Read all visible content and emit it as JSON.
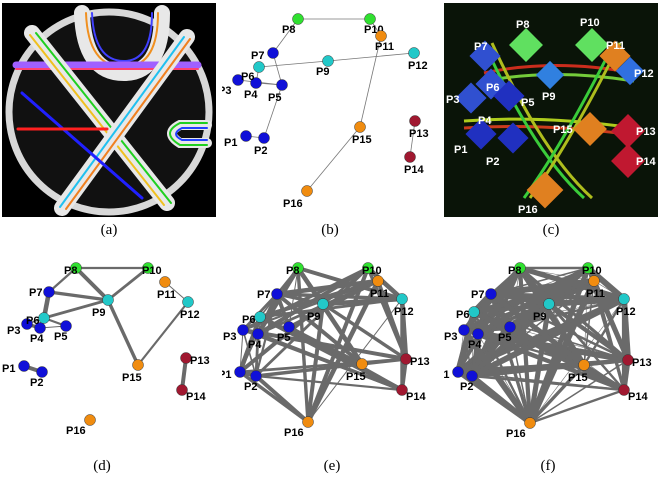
{
  "captions": [
    "(a)",
    "(b)",
    "(c)",
    "(d)",
    "(e)",
    "(f)"
  ],
  "node_labels": [
    "P1",
    "P2",
    "P3",
    "P4",
    "P5",
    "P6",
    "P7",
    "P8",
    "P9",
    "P10",
    "P11",
    "P12",
    "P13",
    "P14",
    "P15",
    "P16"
  ],
  "node_colors": {
    "P1": "#1010d8",
    "P2": "#1010d8",
    "P3": "#1010d8",
    "P4": "#1010d8",
    "P5": "#1010d8",
    "P7": "#1010d8",
    "P6": "#22c8c8",
    "P9": "#22c8c8",
    "P12": "#22c8c8",
    "P8": "#30e030",
    "P10": "#30e030",
    "P11": "#f08c10",
    "P15": "#f08c10",
    "P16": "#f08c10",
    "P13": "#a01830",
    "P14": "#a01830"
  },
  "graphs": {
    "b": [
      [
        "P8",
        "P10"
      ],
      [
        "P7",
        "P8"
      ],
      [
        "P6",
        "P9"
      ],
      [
        "P9",
        "P12"
      ],
      [
        "P10",
        "P11"
      ],
      [
        "P11",
        "P15"
      ],
      [
        "P15",
        "P16"
      ],
      [
        "P3",
        "P5"
      ],
      [
        "P4",
        "P5"
      ],
      [
        "P5",
        "P7"
      ],
      [
        "P4",
        "P6"
      ],
      [
        "P5",
        "P2"
      ],
      [
        "P1",
        "P2"
      ],
      [
        "P13",
        "P14"
      ]
    ],
    "d": [
      [
        "P8",
        "P10"
      ],
      [
        "P7",
        "P8"
      ],
      [
        "P8",
        "P9"
      ],
      [
        "P7",
        "P9"
      ],
      [
        "P9",
        "P10"
      ],
      [
        "P6",
        "P9"
      ],
      [
        "P6",
        "P7"
      ],
      [
        "P6",
        "P5"
      ],
      [
        "P3",
        "P4"
      ],
      [
        "P4",
        "P5"
      ],
      [
        "P3",
        "P6"
      ],
      [
        "P1",
        "P2"
      ],
      [
        "P13",
        "P14"
      ],
      [
        "P11",
        "P12"
      ],
      [
        "P12",
        "P15"
      ],
      [
        "P15",
        "P9"
      ]
    ]
  }
}
